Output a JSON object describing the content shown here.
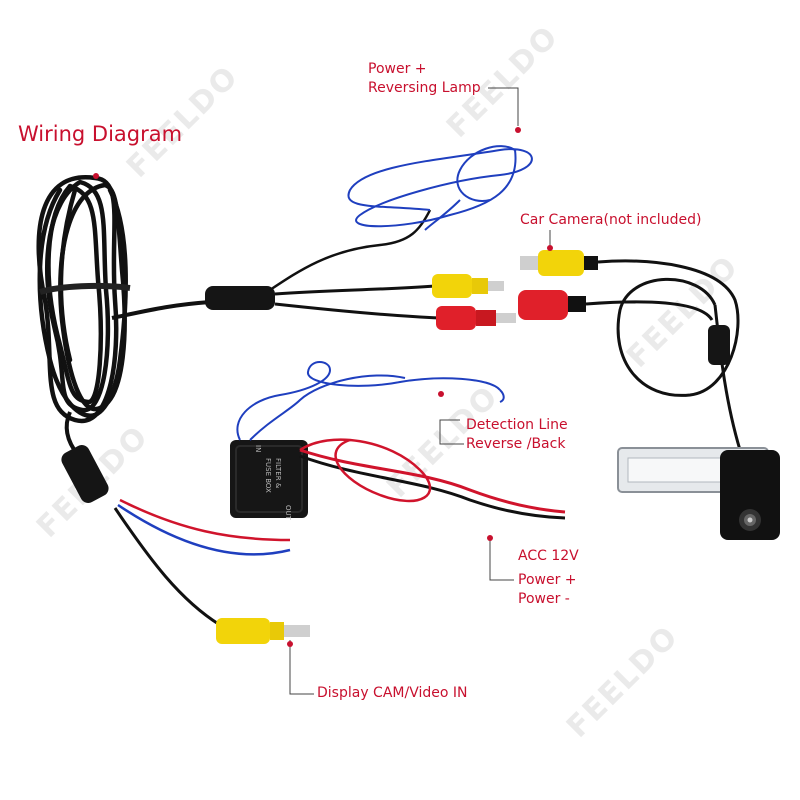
{
  "title": "Wiring Diagram",
  "watermark": "FEELDO",
  "labels": {
    "power_lamp_1": "Power +",
    "power_lamp_2": "Reversing Lamp",
    "car_camera": "Car Camera(not included)",
    "detection_1": "Detection Line",
    "detection_2": "Reverse /Back",
    "acc": "ACC 12V",
    "power_plus": "Power +",
    "power_minus": "Power -",
    "display": "Display CAM/Video IN"
  },
  "filter_box": {
    "line1": "FILTER &",
    "line2": "FUSE BOX",
    "in": "IN",
    "out": "OUT"
  },
  "colors": {
    "label": "#c8102e",
    "cable": "#111111",
    "blue_wire": "#1f3fbf",
    "red_wire": "#d0142c",
    "rca_yellow": "#f2d40a",
    "rca_red": "#e0202a",
    "watermark": "#d9d9d9"
  }
}
